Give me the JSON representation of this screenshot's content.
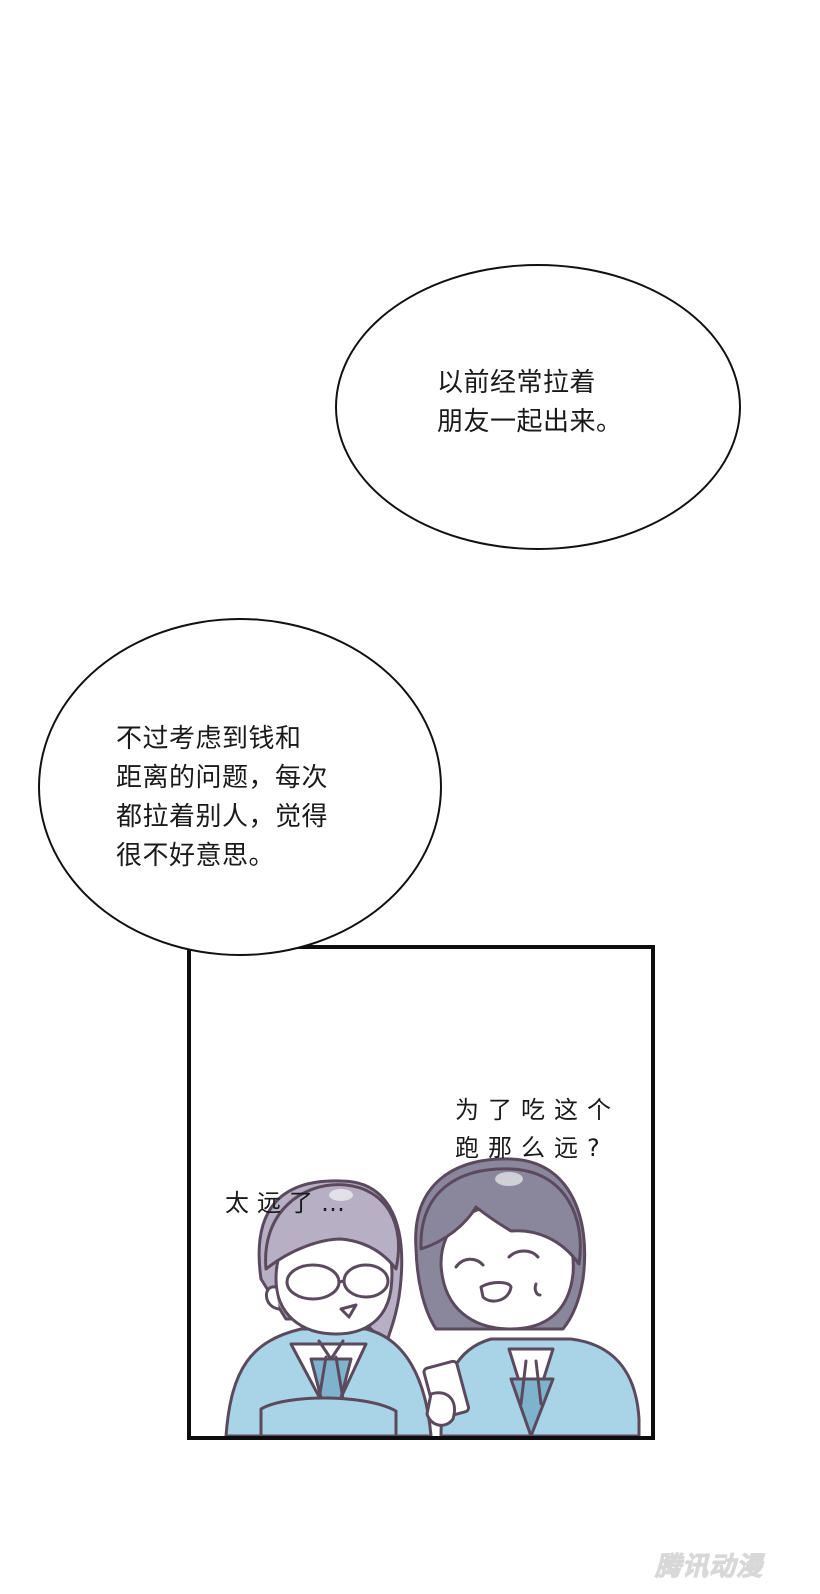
{
  "page": {
    "background": "#ffffff",
    "bubbles": [
      {
        "id": "bubble-1",
        "text": "以前经常拉着\n朋友一起出来。"
      },
      {
        "id": "bubble-2",
        "text": "不过考虑到钱和\n距离的问题，每次\n都拉着别人，觉得\n很不好意思。"
      }
    ],
    "panel": {
      "speech_right": "为了吃这个\n跑那么远?",
      "speech_left": "太远了…",
      "characters": [
        {
          "name": "girl-with-glasses",
          "hair_color": "#b7b0c4",
          "uniform_color": "#a9d3e6"
        },
        {
          "name": "girl-smiling-with-phone",
          "hair_color": "#8a879c",
          "uniform_color": "#a9d3e6"
        }
      ],
      "outline_color": "#5b4a5e",
      "border_color": "#0d0d0d"
    },
    "watermark": "腾讯动漫"
  }
}
